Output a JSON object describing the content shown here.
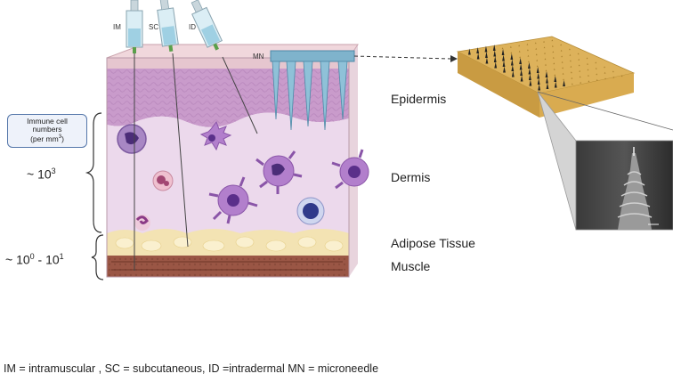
{
  "syringes": {
    "im": "IM",
    "sc": "SC",
    "id": "ID",
    "mn": "MN"
  },
  "layers": {
    "epidermis": "Epidermis",
    "dermis": "Dermis",
    "adipose": "Adipose Tissue",
    "muscle": "Muscle"
  },
  "immune_box": {
    "line1": "Immune cell",
    "line2": "numbers",
    "line3": "(per mm",
    "line3_sup": "3",
    "line3_end": ")"
  },
  "counts": {
    "dermis_base": "~ 10",
    "dermis_exp": "3",
    "lower_base1": "~ 10",
    "lower_exp1": "0",
    "lower_mid": " - 10",
    "lower_exp2": "1"
  },
  "footer": "IM = intramuscular , SC = subcutaneous, ID =intradermal MN = microneedle",
  "colors": {
    "stratum": "#e6c6cf",
    "epidermis": "#c99bcb",
    "dermis": "#ecd9ec",
    "adipose": "#f3e3b3",
    "muscle": "#9a5645",
    "patch": "#ddb25b",
    "microneedle": "#7fb3cc",
    "needle_tip": "#5aa04b"
  },
  "icons": [
    "syringe-icon",
    "microneedle-patch-icon",
    "immune-cell-icon",
    "sem-micrograph-icon"
  ]
}
